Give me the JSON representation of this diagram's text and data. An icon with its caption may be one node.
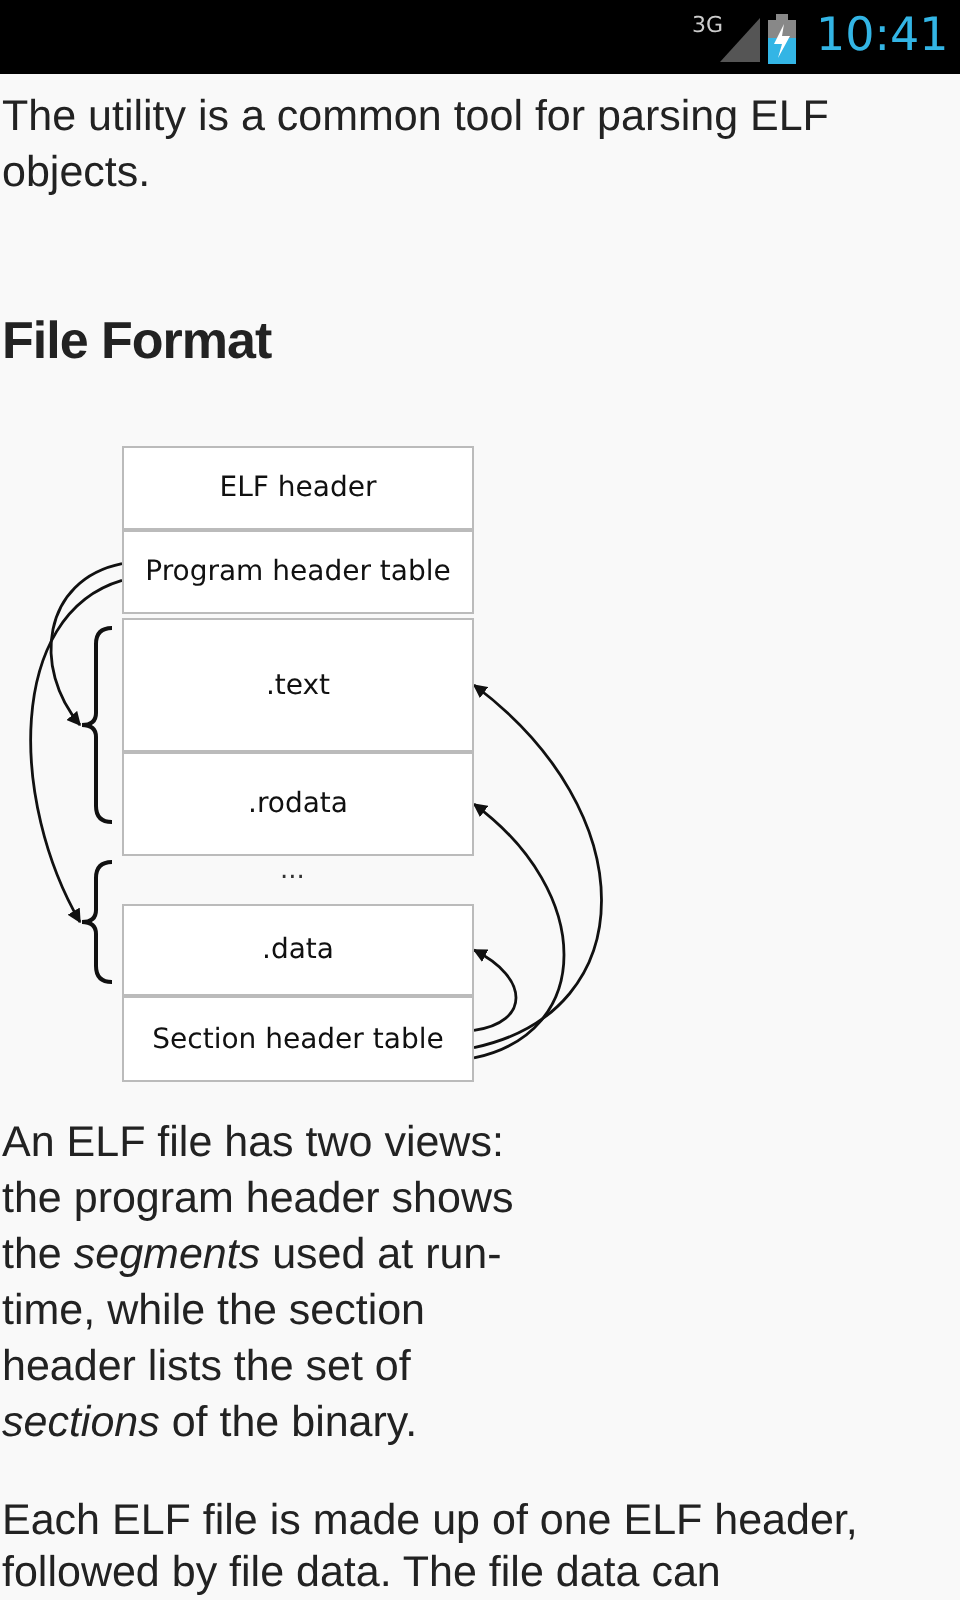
{
  "diagram": {
    "title": "File Format",
    "nodes": [
      {
        "text": [
          "ELF header"
        ]
      },
      {
        "text": [
          "Program header table"
        ]
      },
      {
        "text": [
          ".text"
        ]
      },
      {
        "text": [
          ".rodata"
        ]
      },
      {
        "text": [
          ".data"
        ]
      },
      {
        "text": [
          "Section header table"
        ]
      },
      {
        "text": [],
        "shape": "brace"
      },
      {
        "text": [],
        "shape": "brace"
      }
    ],
    "edges": [
      {
        "from": 1,
        "to": 6,
        "arrow": "to"
      },
      {
        "from": 1,
        "to": 7,
        "arrow": "to"
      },
      {
        "from": 5,
        "to": 2,
        "arrow": "to"
      },
      {
        "from": 5,
        "to": 3,
        "arrow": "to"
      },
      {
        "from": 5,
        "to": 4,
        "arrow": "to"
      }
    ],
    "labels": [
      "3G",
      "10:41",
      "The utility is a common tool for parsing ELF objects.",
      "...",
      "An ELF file has two views: the program header shows the *segments* used at run-time, while the section header lists the set of *sections* of the binary.",
      "Each ELF file is made up of one ELF header, followed by file data. The file data can"
    ]
  }
}
